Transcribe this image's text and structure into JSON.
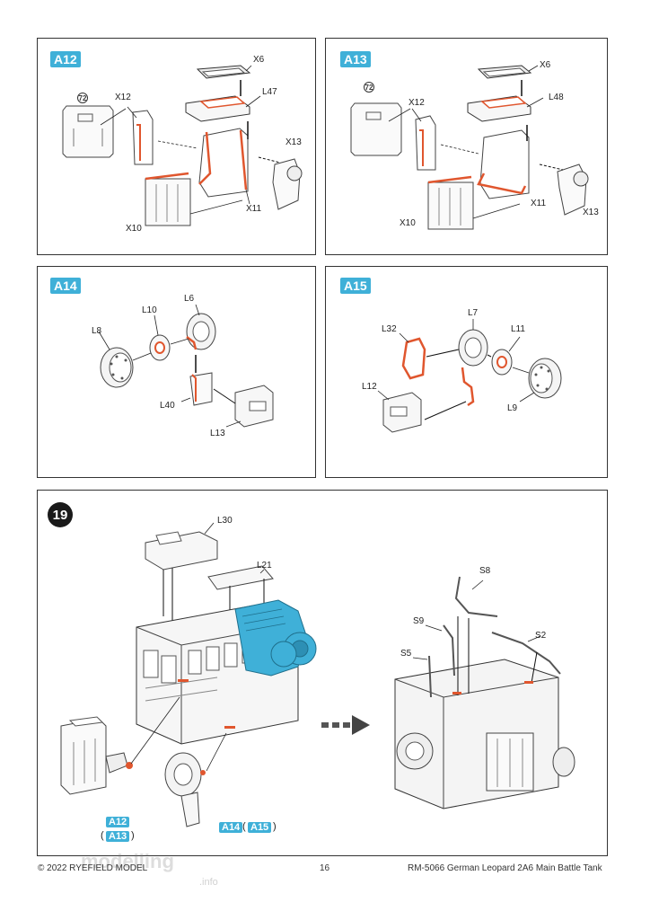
{
  "panels": {
    "a12": {
      "badge": "A12",
      "stamp": "72",
      "labels": {
        "x6": "X6",
        "x12": "X12",
        "l47": "L47",
        "x13": "X13",
        "x11": "X11",
        "x10": "X10"
      }
    },
    "a13": {
      "badge": "A13",
      "stamp": "72",
      "labels": {
        "x6": "X6",
        "x12": "X12",
        "l48": "L48",
        "x11": "X11",
        "x13": "X13",
        "x10": "X10"
      }
    },
    "a14": {
      "badge": "A14",
      "labels": {
        "l6": "L6",
        "l10": "L10",
        "l8": "L8",
        "l40": "L40",
        "l13": "L13"
      }
    },
    "a15": {
      "badge": "A15",
      "labels": {
        "l7": "L7",
        "l32": "L32",
        "l11": "L11",
        "l12": "L12",
        "l9": "L9"
      }
    },
    "step19": {
      "number": "19",
      "labels": {
        "l30": "L30",
        "l21": "L21",
        "s8": "S8",
        "s9": "S9",
        "s2": "S2",
        "s5": "S5"
      },
      "refs": {
        "a12": "A12",
        "a13": "A13",
        "a14": "A14",
        "a15": "A15",
        "open": "(",
        "close": ")"
      }
    }
  },
  "footer": {
    "copyright": "© 2022 RYEFIELD MODEL",
    "page": "16",
    "product": "RM-5066 German Leopard 2A6 Main Battle Tank"
  },
  "watermark": {
    "main": "modelling",
    "sub": ".info"
  },
  "colors": {
    "accent": "#3fb0d8",
    "highlight": "#e0562e",
    "engine_blue": "#3fb0d8"
  }
}
